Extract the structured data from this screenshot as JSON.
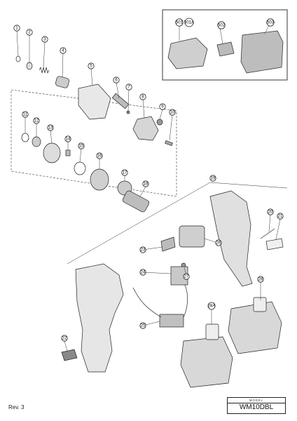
{
  "callouts": [
    {
      "id": "c1",
      "label": "1"
    },
    {
      "id": "c2",
      "label": "2"
    },
    {
      "id": "c3",
      "label": "3"
    },
    {
      "id": "c4",
      "label": "4"
    },
    {
      "id": "c5",
      "label": "5"
    },
    {
      "id": "c6",
      "label": "6"
    },
    {
      "id": "c7",
      "label": "7"
    },
    {
      "id": "c8",
      "label": "8"
    },
    {
      "id": "c9",
      "label": "9"
    },
    {
      "id": "c10",
      "label": "10"
    },
    {
      "id": "c11",
      "label": "11"
    },
    {
      "id": "c12",
      "label": "12"
    },
    {
      "id": "c13",
      "label": "13"
    },
    {
      "id": "c14",
      "label": "14"
    },
    {
      "id": "c15",
      "label": "15"
    },
    {
      "id": "c16",
      "label": "16"
    },
    {
      "id": "c17",
      "label": "17"
    },
    {
      "id": "c18",
      "label": "18"
    },
    {
      "id": "c19",
      "label": "19"
    },
    {
      "id": "c20",
      "label": "20"
    },
    {
      "id": "c21",
      "label": "21"
    },
    {
      "id": "c22",
      "label": "22"
    },
    {
      "id": "c23",
      "label": "23"
    },
    {
      "id": "c24",
      "label": "24"
    },
    {
      "id": "c25",
      "label": "25"
    },
    {
      "id": "c26",
      "label": "26"
    },
    {
      "id": "c27",
      "label": "27"
    },
    {
      "id": "c28",
      "label": "28"
    },
    {
      "id": "c28a",
      "label": "28A"
    },
    {
      "id": "c501",
      "label": "501"
    },
    {
      "id": "c501a",
      "label": "501A"
    },
    {
      "id": "c502",
      "label": "502"
    },
    {
      "id": "c503",
      "label": "503"
    }
  ],
  "footer": {
    "revision": "Rev. 3",
    "model_caption": "MODEL",
    "model_name": "WM10DBL"
  }
}
